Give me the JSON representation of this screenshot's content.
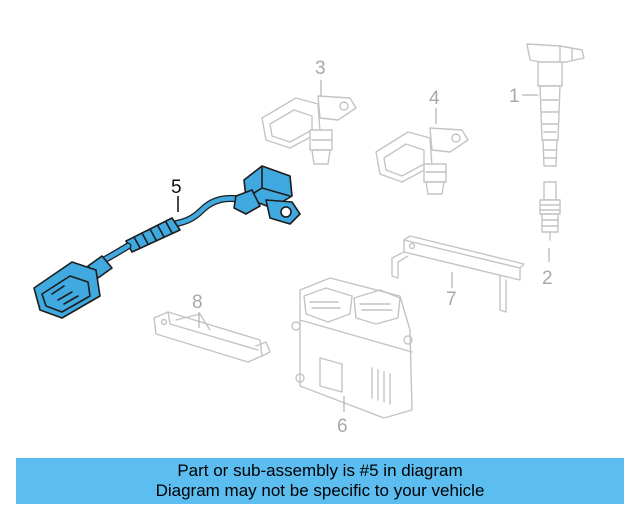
{
  "colors": {
    "highlight": "#3fa9e0",
    "banner": "#5bbdf0",
    "ghost_outline": "#c4c4c4",
    "callout_muted": "#a8a8a8"
  },
  "callouts": {
    "c1": "1",
    "c2": "2",
    "c3": "3",
    "c4": "4",
    "c5": "5",
    "c6": "6",
    "c7": "7",
    "c8": "8"
  },
  "highlighted_part": "5",
  "banner": {
    "line1": "Part or sub-assembly is #5 in diagram",
    "line2": "Diagram may not be specific to your vehicle"
  }
}
